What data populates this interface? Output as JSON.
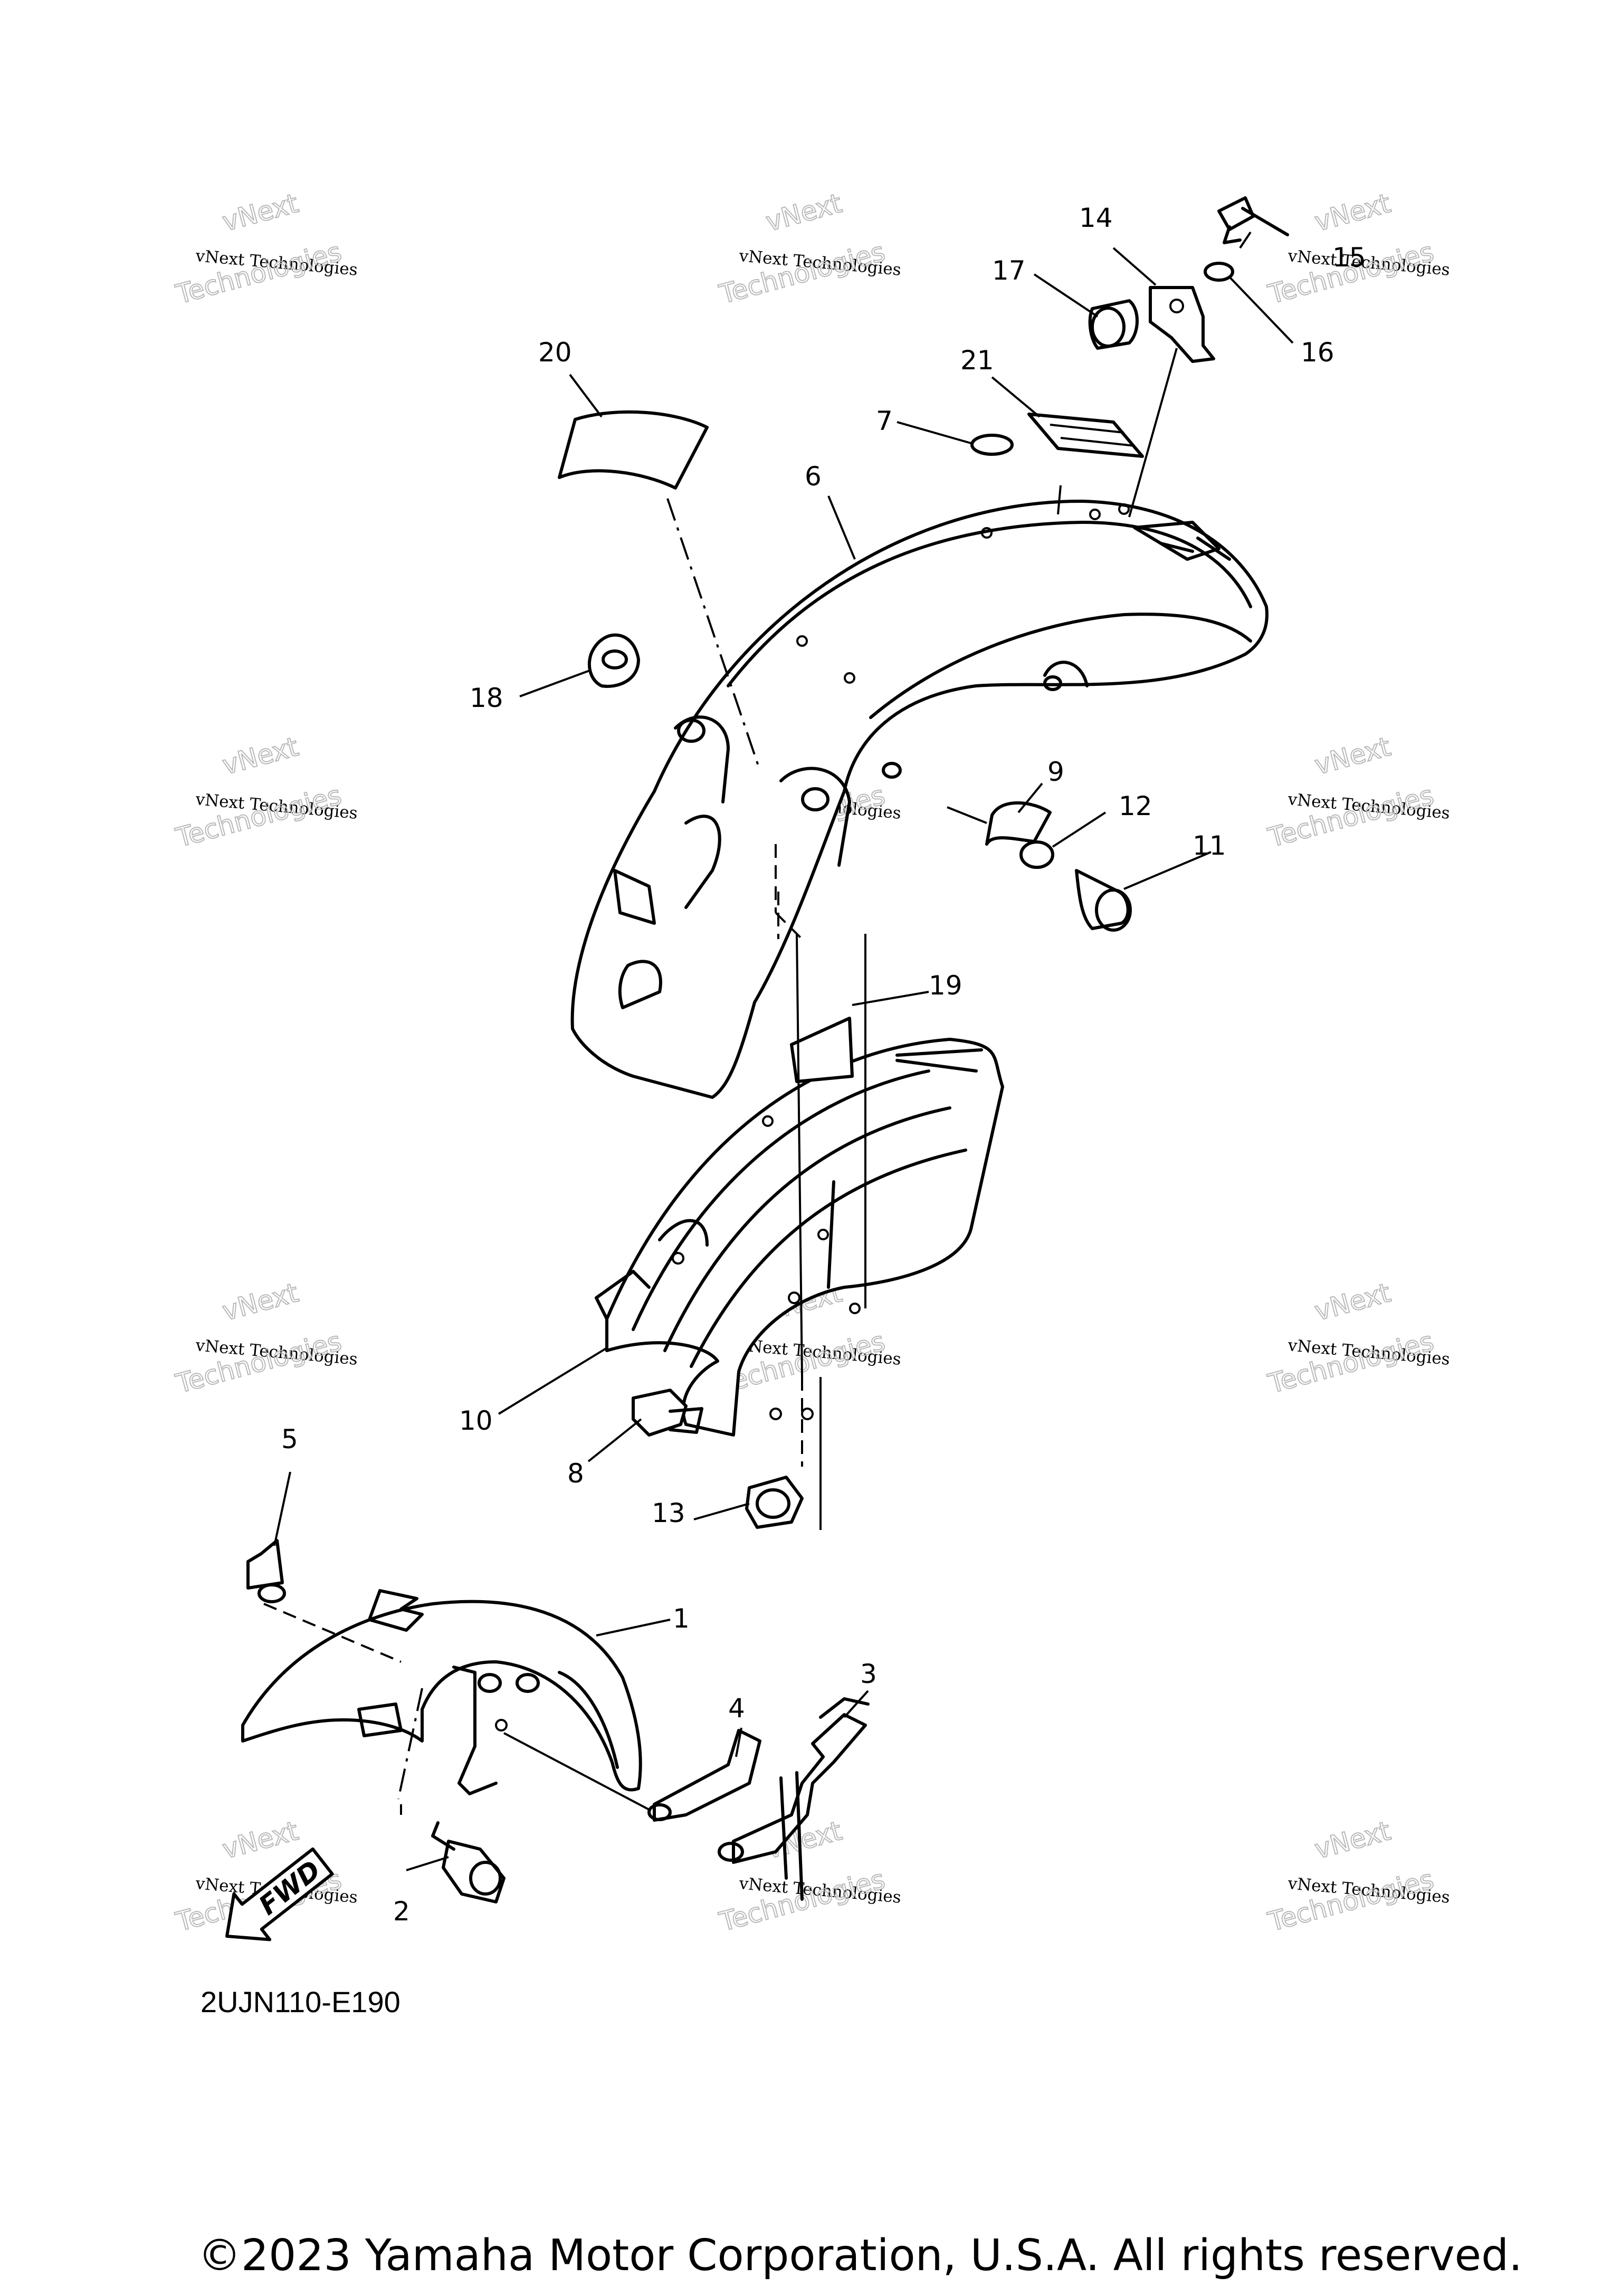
{
  "callouts": [
    "1",
    "2",
    "3",
    "4",
    "5",
    "6",
    "7",
    "8",
    "9",
    "10",
    "11",
    "12",
    "13",
    "14",
    "15",
    "16",
    "17",
    "18",
    "19",
    "20",
    "21"
  ],
  "fwd_label": "FWD",
  "diagram_code": "2UJN110-E190",
  "copyright": "©2023 Yamaha Motor Corporation, U.S.A. All rights reserved.",
  "watermark": {
    "line1": "vNext Technologies",
    "line2": "vNext",
    "line3": "Technologies"
  }
}
